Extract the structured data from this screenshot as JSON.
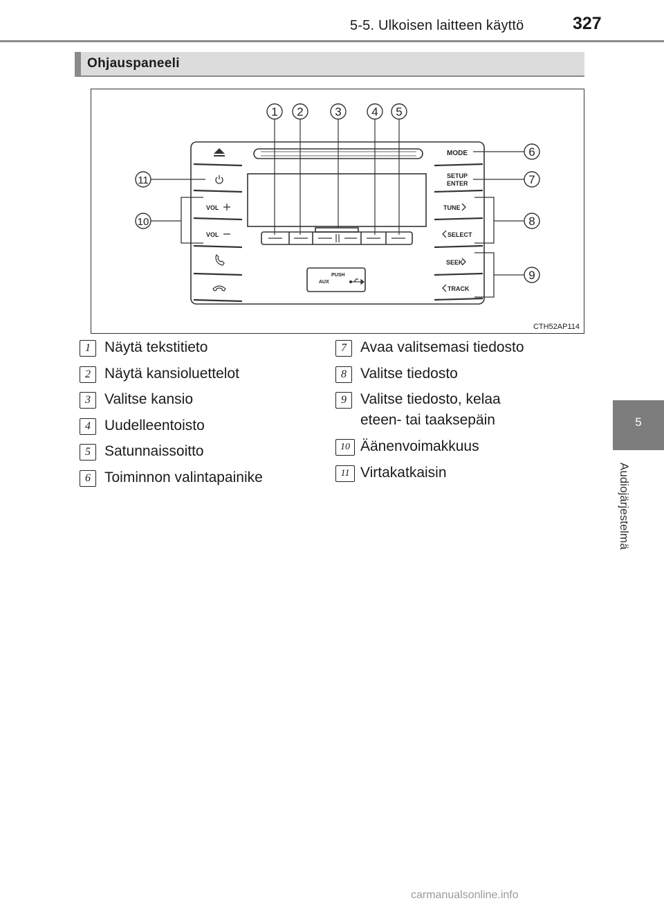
{
  "header": {
    "title": "5-5. Ulkoisen laitteen käyttö",
    "page_number": "327"
  },
  "side_tab": {
    "chapter": "5",
    "label": "Audiojärjestelmä"
  },
  "section": {
    "title": "Ohjauspaneeli"
  },
  "diagram": {
    "figure_id": "CTH52AP114",
    "callouts": [
      "1",
      "2",
      "3",
      "4",
      "5",
      "6",
      "7",
      "8",
      "9",
      "10",
      "11"
    ],
    "buttons": {
      "mode": "MODE",
      "setup": "SETUP",
      "enter": "ENTER",
      "tune": "TUNE",
      "select": "SELECT",
      "seek": "SEEK",
      "track": "TRACK",
      "vol_up": "VOL",
      "vol_down": "VOL",
      "push": "PUSH",
      "aux": "AUX"
    },
    "icons": [
      "eject-icon",
      "power-icon",
      "phone-icon",
      "hang-up-icon",
      "usb-icon"
    ]
  },
  "legend": [
    {
      "num": "1",
      "text": "Näytä tekstitieto"
    },
    {
      "num": "2",
      "text": "Näytä kansioluettelot"
    },
    {
      "num": "3",
      "text": "Valitse kansio"
    },
    {
      "num": "4",
      "text": "Uudelleentoisto"
    },
    {
      "num": "5",
      "text": "Satunnaissoitto"
    },
    {
      "num": "6",
      "text": "Toiminnon valintapainike"
    },
    {
      "num": "7",
      "text": "Avaa valitsemasi tiedosto"
    },
    {
      "num": "8",
      "text": "Valitse tiedosto"
    },
    {
      "num": "9",
      "text": "Valitse tiedosto, kelaa",
      "text2": "eteen- tai taaksepäin"
    },
    {
      "num": "10",
      "text": "Äänenvoimakkuus"
    },
    {
      "num": "11",
      "text": "Virtakatkaisin"
    }
  ],
  "watermark": "carmanualsonline.info"
}
